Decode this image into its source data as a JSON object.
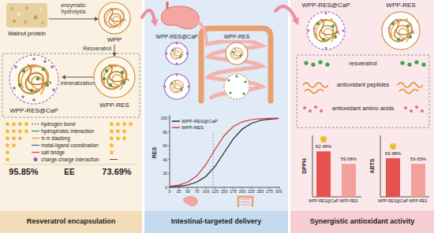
{
  "diagram": {
    "nodes": [
      {
        "text": [
          "Resveratrol encapsulation"
        ]
      },
      {
        "text": [
          "Walnut protein"
        ],
        "in": 0
      },
      {
        "text": [
          "WPP"
        ],
        "in": 0
      },
      {
        "text": [
          "WPP-RES@CaP"
        ],
        "in": 0
      },
      {
        "text": [
          "WPP-RES"
        ],
        "in": 0
      },
      {
        "text": [
          "Intestinal-targeted delivery"
        ]
      },
      {
        "text": [
          "Synergistic antioxidant activity"
        ]
      },
      {
        "text": [
          "WPP-RES@CaP"
        ],
        "in": 6
      },
      {
        "text": [
          "WPP-RES"
        ],
        "in": 6
      }
    ],
    "edges": [
      {
        "from": 1,
        "to": 2,
        "arrow": "to",
        "label": "enzymatic hydrolysis"
      },
      {
        "from": 2,
        "to": 4,
        "arrow": "to",
        "label": "Resveratrol"
      },
      {
        "from": 4,
        "to": 3,
        "arrow": "to",
        "label": "mineralization"
      },
      {
        "from": 0,
        "to": 5,
        "arrow": "to"
      },
      {
        "from": 5,
        "to": 6,
        "arrow": "to"
      }
    ],
    "labels": [
      "EE",
      "95.85%",
      "73.69%",
      "WPP-RES@CaP",
      "WPP-RES",
      "RES",
      "0",
      "25",
      "50",
      "75",
      "100",
      "125",
      "150",
      "175",
      "200",
      "225",
      "250",
      "275",
      "300",
      "0",
      "20",
      "40",
      "60",
      "80",
      "100",
      "resveratrol",
      "antioxidant peptides",
      "antioxidant amino acids",
      "82.48%",
      "59.68%",
      "DPPH",
      "WPP-RES@CaP",
      "WPP-RES",
      "69.98%",
      "59.65%",
      "ABTS",
      "WPP-RES@CaP",
      "WPP-RES"
    ],
    "legend": [
      {
        "text": "hydrogen bond"
      },
      {
        "text": "hydrophobic interaction"
      },
      {
        "text": "π-π stacking"
      },
      {
        "text": "metal-ligand coordination"
      },
      {
        "text": "salt bridge"
      },
      {
        "text": "charge-charge interaction"
      },
      {
        "text": "WPP-RES@CaP"
      },
      {
        "text": "WPP-RES"
      }
    ]
  }
}
